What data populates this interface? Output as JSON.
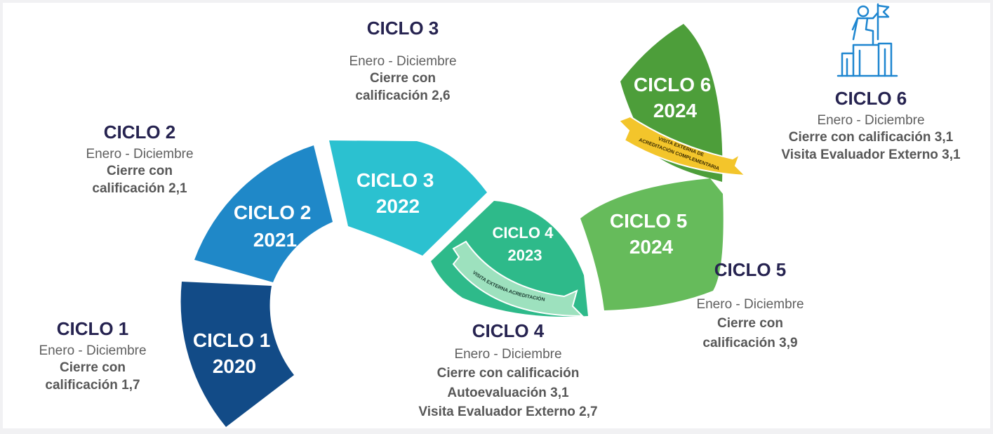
{
  "colors": {
    "ciclo1": "#124B87",
    "ciclo2": "#1F88C8",
    "ciclo3": "#2BC1D0",
    "ciclo4": "#2EBA8A",
    "ciclo5": "#66BB5B",
    "ciclo6": "#4D9E3A",
    "title": "#262350",
    "text": "#5F5F5F",
    "icon": "#1E86D0",
    "ribbon_gold": "#F3C52B",
    "ribbon_green": "#9DE1BE"
  },
  "icon": "person-on-podium-with-flag-icon",
  "cycles": [
    {
      "segment": [
        "CICLO 1",
        "2020"
      ],
      "title": "CICLO 1",
      "period": "Enero - Diciembre",
      "result": [
        "Cierre con",
        "calificación 1,7"
      ]
    },
    {
      "segment": [
        "CICLO 2",
        "2021"
      ],
      "title": "CICLO 2",
      "period": "Enero - Diciembre",
      "result": [
        "Cierre con",
        "calificación 2,1"
      ]
    },
    {
      "segment": [
        "CICLO 3",
        "2022"
      ],
      "title": "CICLO 3",
      "period": "Enero - Diciembre",
      "result": [
        "Cierre con",
        "calificación 2,6"
      ]
    },
    {
      "segment": [
        "CICLO 4",
        "2023"
      ],
      "title": "CICLO 4",
      "period": "Enero - Diciembre",
      "result": [
        "Cierre con calificación",
        "Autoevaluación 3,1",
        "Visita Evaluador Externo 2,7"
      ],
      "ribbon": "VISITA EXTERNA ACREDITACIÓN"
    },
    {
      "segment": [
        "CICLO 5",
        "2024"
      ],
      "title": "CICLO 5",
      "period": "Enero - Diciembre",
      "result": [
        "Cierre con",
        "calificación 3,9"
      ]
    },
    {
      "segment": [
        "CICLO 6",
        "2024"
      ],
      "title": "CICLO 6",
      "period": "Enero - Diciembre",
      "result": [
        "Cierre con calificación 3,1",
        "Visita Evaluador Externo 3,1"
      ],
      "ribbon": [
        "VISITA EXTERNA DE",
        "ACREDITACIÓN COMPLEMENTARIA"
      ]
    }
  ]
}
